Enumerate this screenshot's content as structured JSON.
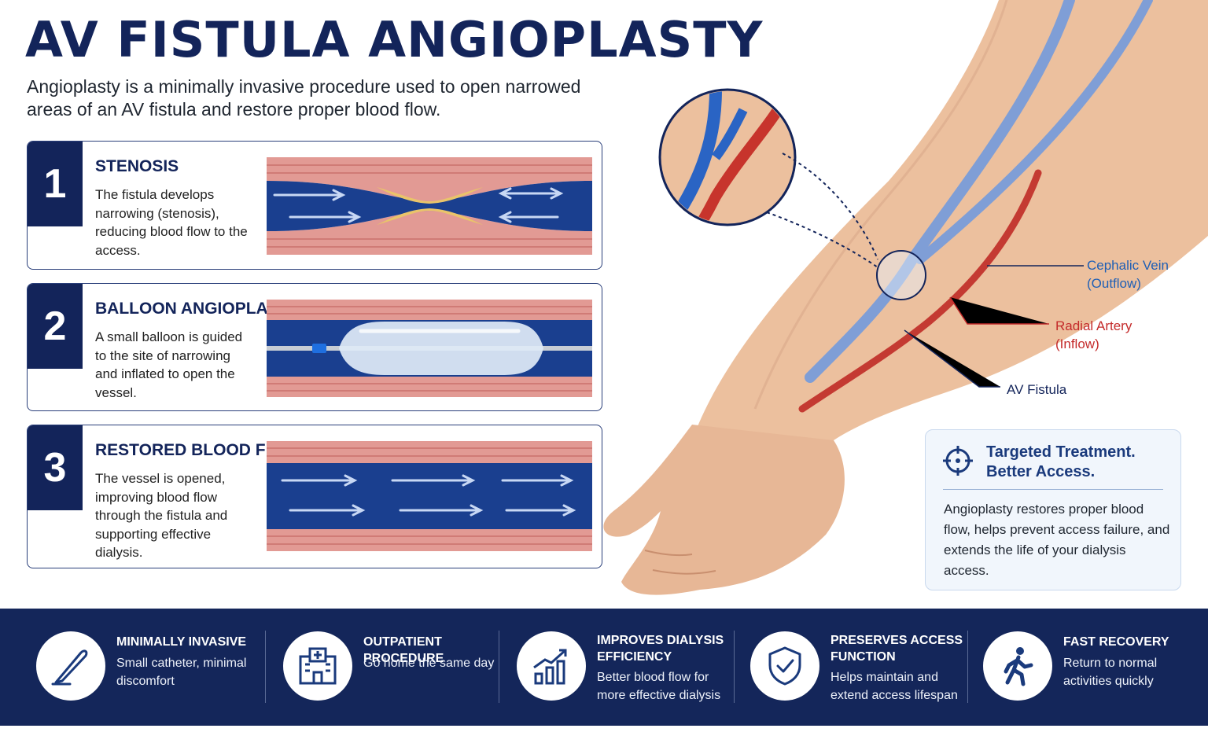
{
  "title": "AV FISTULA ANGIOPLASTY",
  "intro": "Angioplasty is a minimally invasive procedure used to open narrowed areas of an AV fistula and restore proper blood flow.",
  "steps": [
    {
      "number": "1",
      "title": "STENOSIS",
      "text": "The fistula develops narrowing (stenosis), reducing blood flow to the access."
    },
    {
      "number": "2",
      "title": "BALLOON ANGIOPLASTY",
      "text": "A small balloon is guided to the site of narrowing and inflated to open the vessel."
    },
    {
      "number": "3",
      "title": "RESTORED BLOOD FLOW",
      "text": "The vessel is opened, improving blood flow through the fistula and supporting effective dialysis."
    }
  ],
  "labels": {
    "cephalic_vein": "Cephalic Vein",
    "cephalic_vein_sub": "(Outflow)",
    "radial_artery": "Radial Artery",
    "radial_artery_sub": "(Inflow)",
    "av_fistula": "AV Fistula"
  },
  "promo": {
    "title_line1": "Targeted Treatment.",
    "title_line2": "Better Access.",
    "text": "Angioplasty restores proper blood flow, helps prevent access failure, and extends the life of your dialysis access."
  },
  "footer": [
    {
      "icon": "scalpel-icon",
      "title": "MINIMALLY INVASIVE",
      "desc": "Small catheter, minimal discomfort"
    },
    {
      "icon": "hospital-icon",
      "title": "OUTPATIENT PROCEDURE",
      "desc": "Go home the same day"
    },
    {
      "icon": "chart-up-icon",
      "title": "IMPROVES DIALYSIS EFFICIENCY",
      "desc": "Better blood flow for more effective dialysis"
    },
    {
      "icon": "shield-check-icon",
      "title": "PRESERVES ACCESS FUNCTION",
      "desc": "Helps maintain and extend access lifespan"
    },
    {
      "icon": "walking-icon",
      "title": "FAST RECOVERY",
      "desc": "Return to normal activities quickly"
    }
  ],
  "colors": {
    "navy": "#13245a",
    "vein_blue": "#1f5fb5",
    "artery_red": "#c42a2a",
    "vessel_wall": "#e29a94",
    "lumen": "#1a3f8f"
  }
}
